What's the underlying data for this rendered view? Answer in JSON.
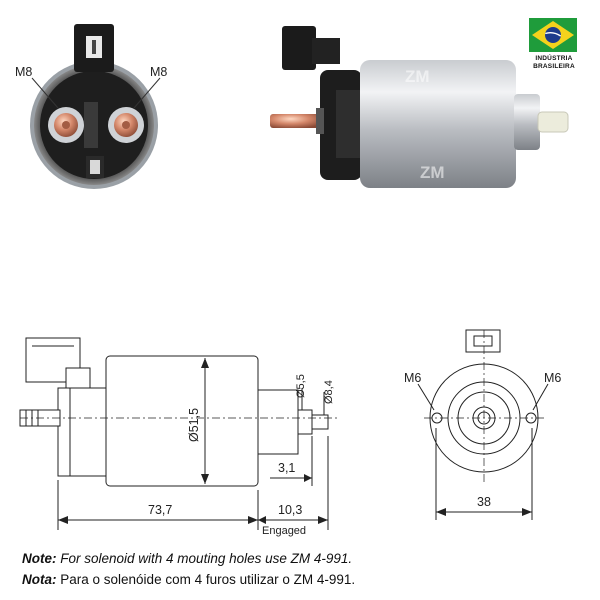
{
  "photo": {
    "front_left_label": "M8",
    "front_right_label": "M8",
    "watermark": "ZM"
  },
  "flag": {
    "colors": {
      "green": "#1f9c3b",
      "yellow": "#f4d21c",
      "blue": "#1e3c8c"
    },
    "line1": "INDÚSTRIA",
    "line2": "BRASILEIRA"
  },
  "drawing": {
    "dia_body": "Ø51,5",
    "dia_small": "Ø5,5",
    "dia_plunger": "Ø8,4",
    "dim_3_1": "3,1",
    "dim_73_7": "73,7",
    "dim_10_3": "10,3",
    "engaged": "Engaged",
    "end_left": "M6",
    "end_right": "M6",
    "dim_38": "38"
  },
  "notes": {
    "en_label": "Note:",
    "en_text": " For solenoid with 4 mouting holes use ZM 4-991.",
    "pt_label": "Nota:",
    "pt_text": " Para o solenóide com 4 furos utilizar o ZM 4-991."
  }
}
